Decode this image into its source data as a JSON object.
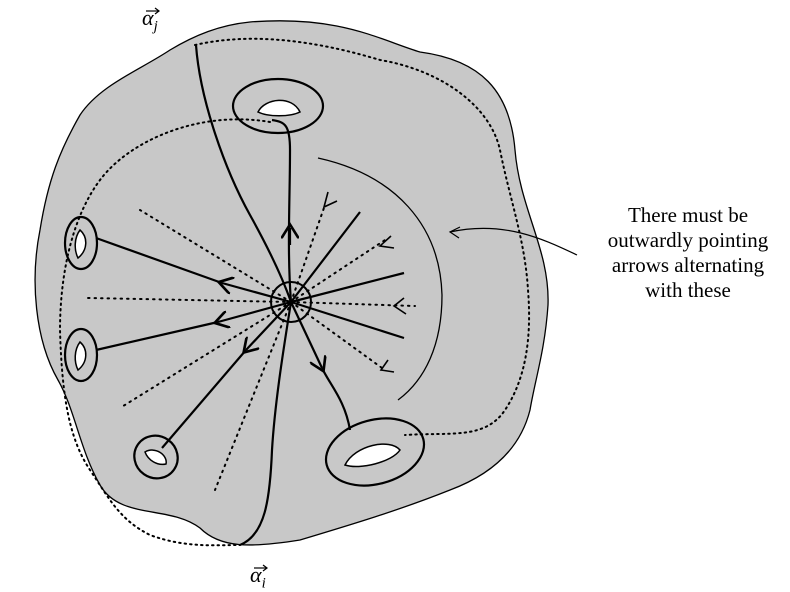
{
  "labels": {
    "alpha_j": {
      "symbol": "α",
      "subscript": "j"
    },
    "alpha_i": {
      "symbol": "α",
      "subscript": "i"
    }
  },
  "annotation": {
    "lines": [
      "There must be",
      "outwardly pointing",
      "arrows alternating",
      "with these"
    ]
  },
  "colors": {
    "surface_fill": "#c8c8c8",
    "surface_outline": "#000000",
    "hole_fill": "#ffffff",
    "ink": "#000000"
  }
}
